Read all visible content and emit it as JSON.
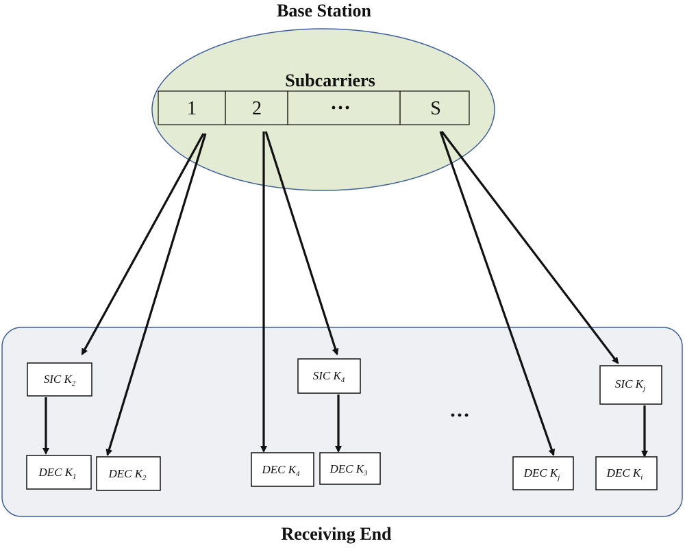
{
  "header": {
    "title": "Base Station",
    "subcarriers_label": "Subcarriers"
  },
  "subcarriers": [
    {
      "id": "1",
      "label": "1"
    },
    {
      "id": "2",
      "label": "2"
    },
    {
      "id": "dots",
      "label": "···"
    },
    {
      "id": "S",
      "label": "S"
    }
  ],
  "receiving_end": {
    "label": "Receiving End",
    "ellipsis": "···"
  },
  "sic_boxes": [
    {
      "id": "sic-k2",
      "prefix": "SIC K",
      "sub": "2"
    },
    {
      "id": "sic-k4",
      "prefix": "SIC K",
      "sub": "4"
    },
    {
      "id": "sic-kj",
      "prefix": "SIC K",
      "sub": "j"
    }
  ],
  "dec_boxes": [
    {
      "id": "dec-k1",
      "prefix": "DEC K",
      "sub": "1"
    },
    {
      "id": "dec-k2",
      "prefix": "DEC K",
      "sub": "2"
    },
    {
      "id": "dec-k4",
      "prefix": "DEC K",
      "sub": "4"
    },
    {
      "id": "dec-k3",
      "prefix": "DEC K",
      "sub": "3"
    },
    {
      "id": "dec-kj",
      "prefix": "DEC K",
      "sub": "j"
    },
    {
      "id": "dec-ki",
      "prefix": "DEC K",
      "sub": "i"
    }
  ],
  "colors": {
    "base_station_fill": "#e3ecd2",
    "base_station_stroke": "#3f5f9e",
    "receiving_fill": "#eef0f3",
    "receiving_stroke": "#3f5f9e",
    "box_stroke": "#111111",
    "arrow": "#111111"
  }
}
